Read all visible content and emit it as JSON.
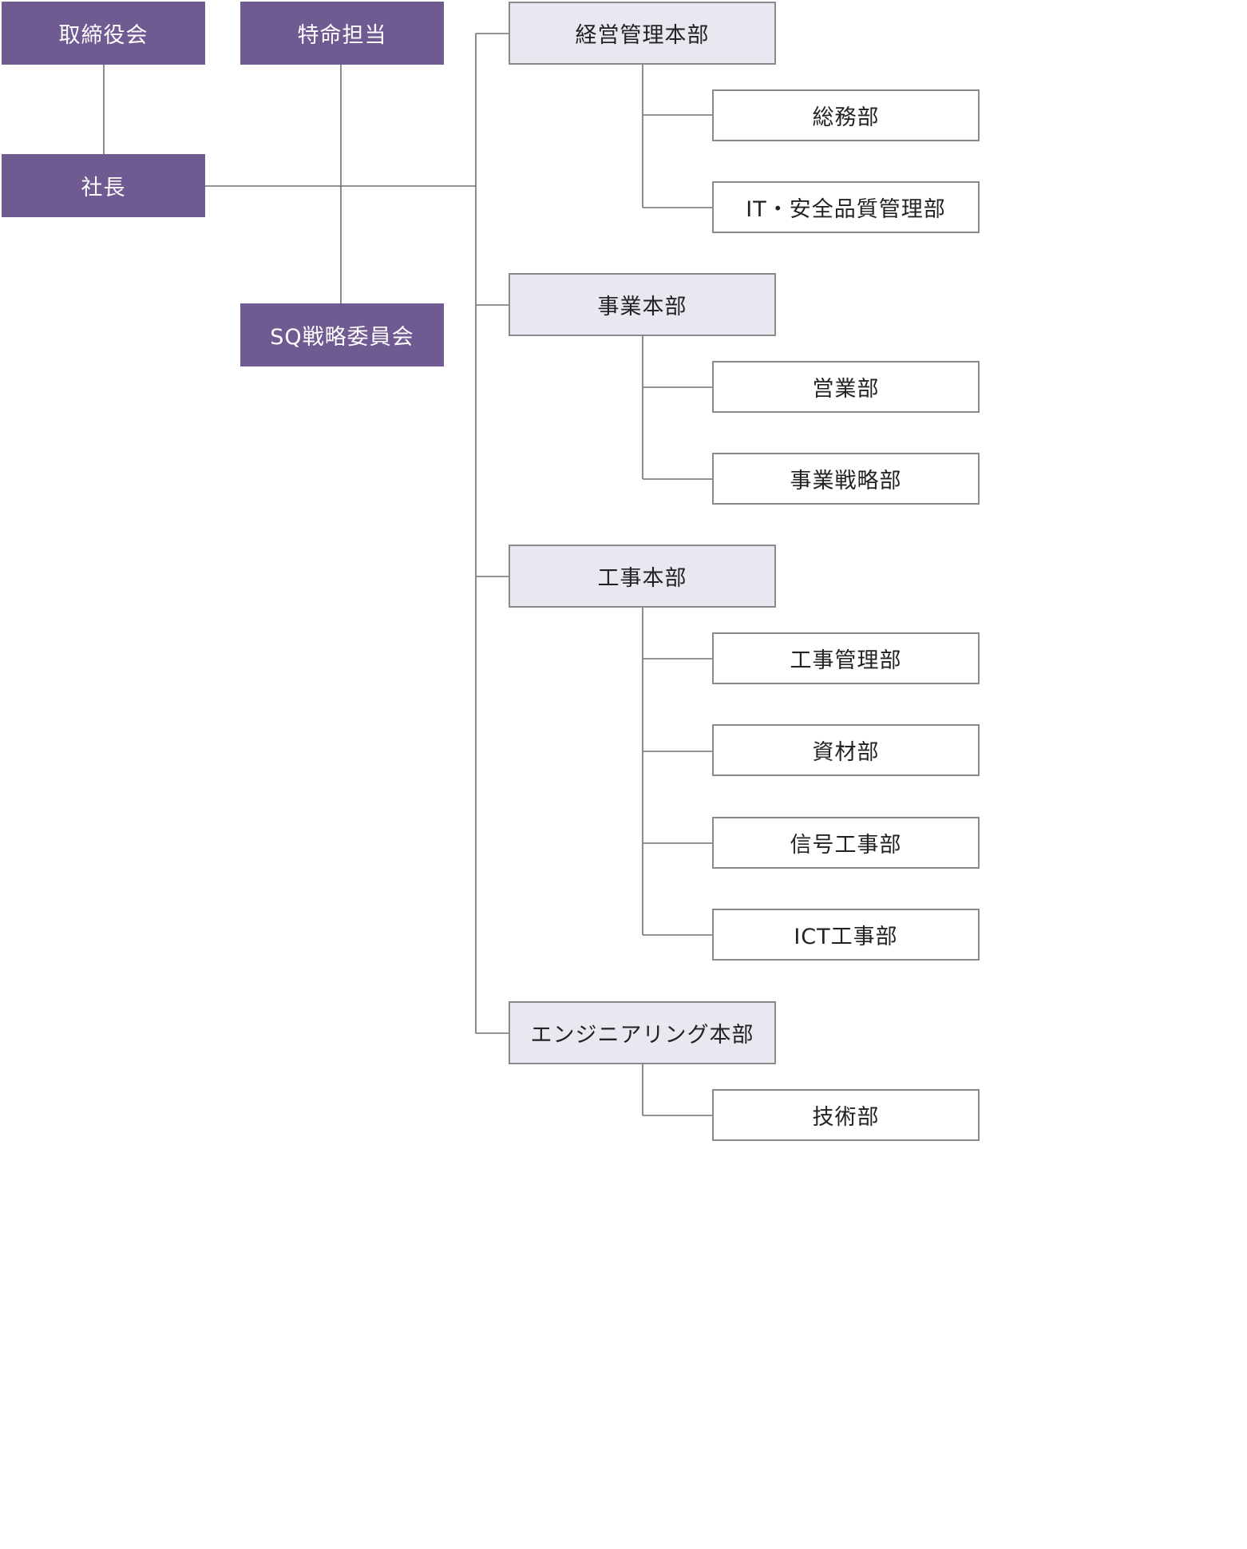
{
  "executives": {
    "board": "取締役会",
    "special": "特命担当",
    "president": "社長",
    "sq_committee": "SQ戦略委員会"
  },
  "divisions": [
    {
      "name": "経営管理本部",
      "departments": [
        "総務部",
        "IT・安全品質管理部"
      ]
    },
    {
      "name": "事業本部",
      "departments": [
        "営業部",
        "事業戦略部"
      ]
    },
    {
      "name": "工事本部",
      "departments": [
        "工事管理部",
        "資材部",
        "信号工事部",
        "ICT工事部"
      ]
    },
    {
      "name": "エンジニアリング本部",
      "departments": [
        "技術部"
      ]
    }
  ],
  "colors": {
    "executive_fill": "#6f5a92",
    "division_fill": "#eae7f1",
    "border": "#8a8a8a",
    "line": "#707070"
  }
}
